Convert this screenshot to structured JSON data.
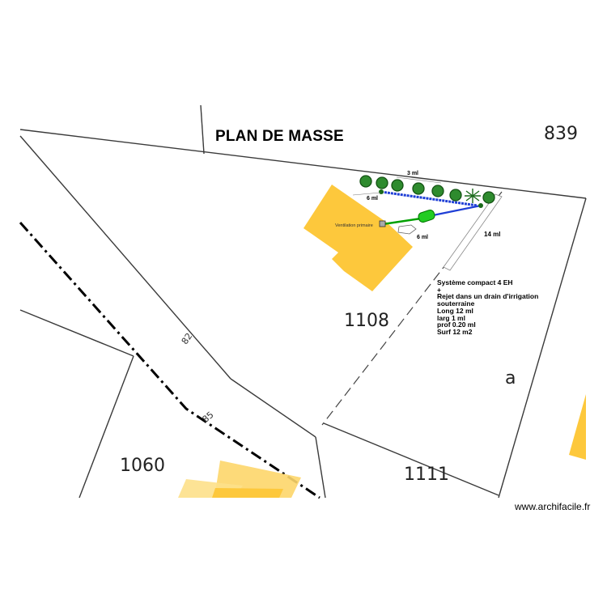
{
  "title": "PLAN DE MASSE",
  "parcels": {
    "p839": "839",
    "p1108": "1108",
    "p1060": "1060",
    "p1111": "1111",
    "pa": "a"
  },
  "contours": {
    "c82": "82",
    "c85": "85"
  },
  "measurements": {
    "m3": "3 ml",
    "m6a": "6 ml",
    "m6b": "6 ml",
    "m14": "14 ml"
  },
  "ventilation_label": "Ventilation primaire",
  "notes": [
    "Système compact 4 EH",
    "+",
    "Rejet dans un drain d'irrigation",
    "souterraine",
    "Long 12 ml",
    "larg 1 ml",
    "prof 0.20 ml",
    "Surf 12 m2"
  ],
  "watermark": "www.archifacile.fr",
  "colors": {
    "house": "#fdc83c",
    "tree": "#2e8b2e",
    "drain": "#1f3fd6",
    "pipe": "#00a000",
    "boundary": "#333333"
  }
}
